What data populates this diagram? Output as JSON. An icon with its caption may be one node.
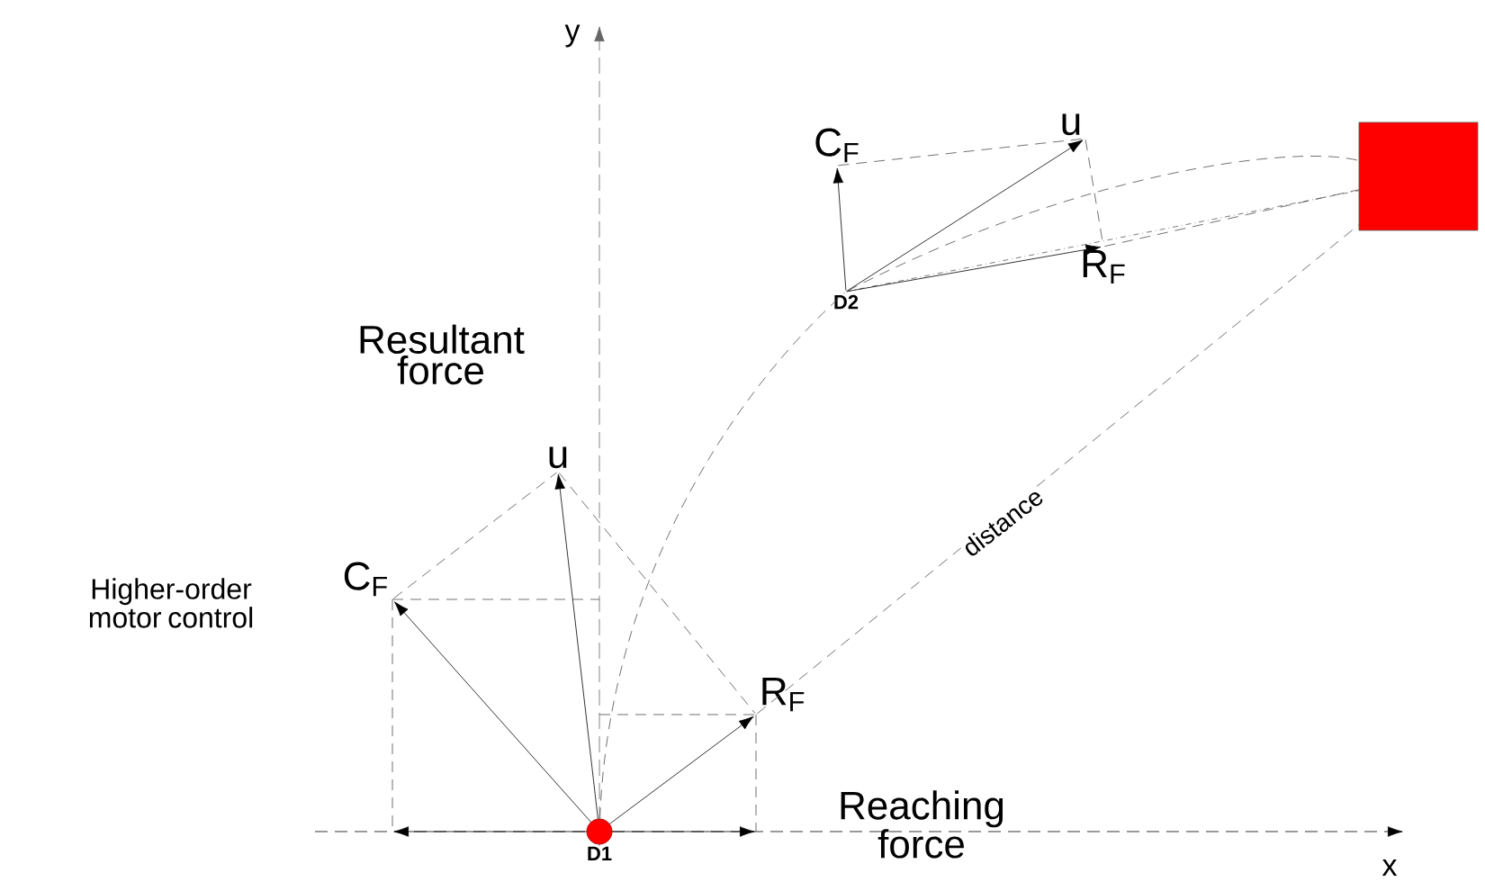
{
  "diagram": {
    "nodes": [
      {
        "text": [],
        "shape": "circle",
        "beside": [
          "D1"
        ]
      },
      {
        "text": [
          "u"
        ]
      },
      {
        "text": [
          "C$_{F}$"
        ]
      },
      {
        "text": [
          "R$_{F}$"
        ]
      },
      {
        "text": [
          "D2"
        ]
      },
      {
        "text": [
          "u"
        ]
      },
      {
        "text": [
          "C$_{F}$"
        ]
      },
      {
        "text": [
          "R$_{F}$"
        ]
      },
      {
        "text": [],
        "shape": "box"
      }
    ],
    "edges": [
      {
        "from": 0,
        "to": 1,
        "arrow": "to"
      },
      {
        "from": 0,
        "to": 2,
        "arrow": "to"
      },
      {
        "from": 0,
        "to": 3,
        "arrow": "to"
      },
      {
        "from": 4,
        "to": 5,
        "arrow": "to"
      },
      {
        "from": 4,
        "to": 6,
        "arrow": "to"
      },
      {
        "from": 4,
        "to": 7,
        "arrow": "to"
      },
      {
        "from": 3,
        "to": 8,
        "arrow": "none",
        "style": "dashed",
        "label": "distance"
      },
      {
        "from": 0,
        "to": 4,
        "arrow": "none",
        "style": "dashed"
      },
      {
        "from": 4,
        "to": 8,
        "arrow": "none",
        "style": "dashed"
      },
      {
        "from": 7,
        "to": 8,
        "arrow": "none",
        "style": "dashed"
      },
      {
        "from": 2,
        "to": 1,
        "arrow": "none",
        "style": "dashed"
      },
      {
        "from": 1,
        "to": 3,
        "arrow": "none",
        "style": "dashed"
      },
      {
        "from": 6,
        "to": 5,
        "arrow": "none",
        "style": "dashed"
      },
      {
        "from": 5,
        "to": 7,
        "arrow": "none",
        "style": "dashed"
      }
    ],
    "labels": [
      "y",
      "Resultant force",
      "Higher-order motor control",
      "Reaching force",
      "x"
    ]
  }
}
